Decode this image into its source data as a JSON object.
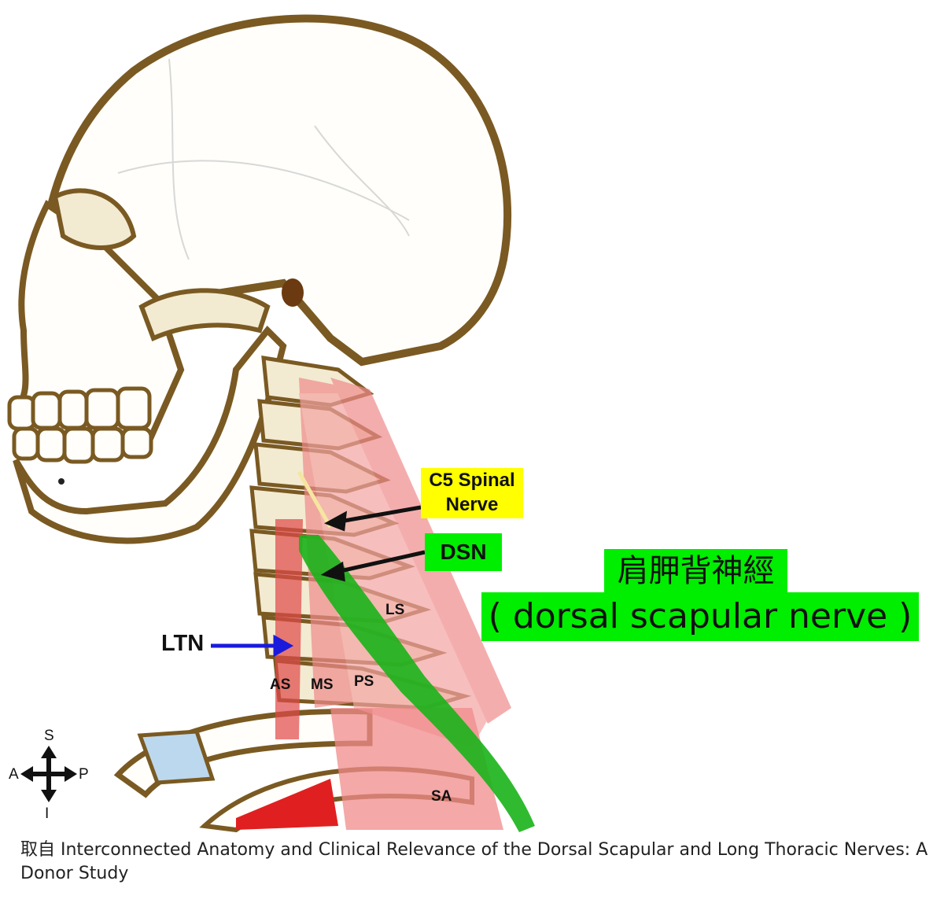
{
  "labels": {
    "c5_line1": "C5 Spinal",
    "c5_line2": "Nerve",
    "dsn": "DSN",
    "ltn": "LTN",
    "ls": "LS",
    "as": "AS",
    "ms": "MS",
    "ps": "PS",
    "sa": "SA"
  },
  "annotation": {
    "chinese": "肩胛背神經",
    "english": "( dorsal scapular nerve )"
  },
  "orientation": {
    "superior": "S",
    "inferior": "I",
    "anterior": "A",
    "posterior": "P"
  },
  "caption": "取自 Interconnected Anatomy and Clinical Relevance of the Dorsal Scapular and Long Thoracic Nerves: A Donor Study",
  "colors": {
    "bone_outline": "#7a5a22",
    "bone_fill": "#f3ead2",
    "muscle": "#f08b8b",
    "muscle_dark": "#e04848",
    "nerve_green": "#19b319",
    "highlight_yellow": "#ffff00",
    "highlight_green": "#00ee00",
    "ltn_arrow": "#1a1adc"
  }
}
